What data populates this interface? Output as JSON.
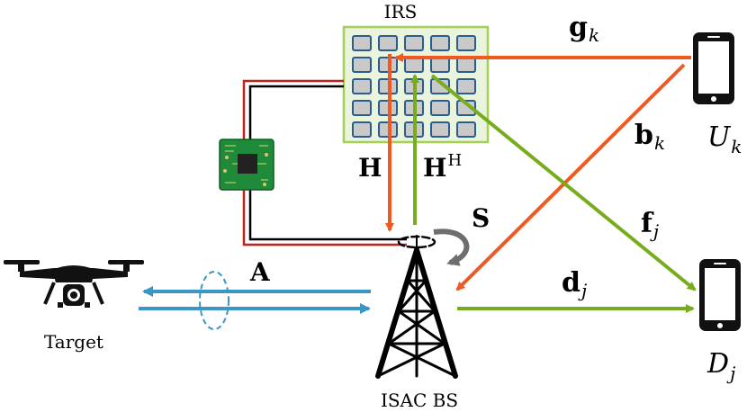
{
  "irs_label": "IRS",
  "bs_label": "ISAC BS",
  "target_label": "Target",
  "user_u": {
    "base": "U",
    "sub": "k"
  },
  "user_d": {
    "base": "D",
    "sub": "j"
  },
  "links": {
    "g": {
      "base": "g",
      "sub": "k"
    },
    "b": {
      "base": "b",
      "sub": "k"
    },
    "f": {
      "base": "f",
      "sub": "j"
    },
    "d": {
      "base": "d",
      "sub": "j"
    },
    "H": {
      "base": "H"
    },
    "HH": {
      "base": "H",
      "sup": "H"
    },
    "S": {
      "base": "S"
    },
    "A": {
      "base": "A"
    }
  },
  "colors": {
    "orange": "#f05a22",
    "green": "#77ac1c",
    "blue": "#3a96c6",
    "dark_red": "#c0231d",
    "irs_border": "#a6cf57",
    "irs_bg": "#eaf3dc",
    "element_fill": "#c9c9c9",
    "element_stroke": "#2a5d8f",
    "rotation": "#6e6e6e"
  }
}
